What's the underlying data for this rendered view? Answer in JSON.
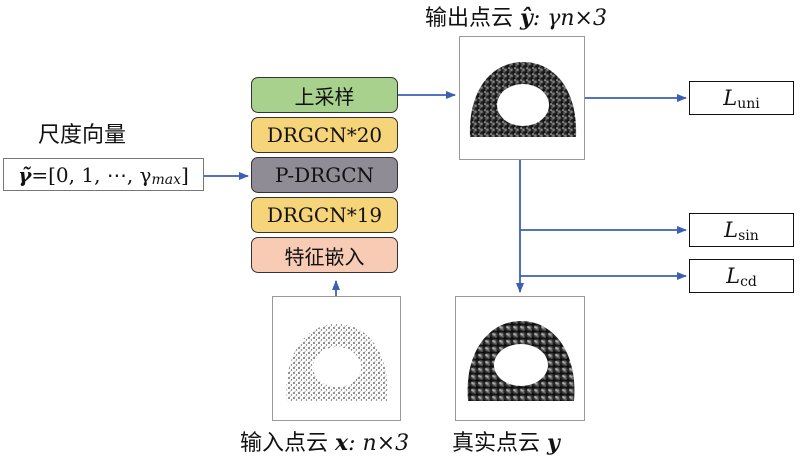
{
  "diagram": {
    "output_label_prefix": "输出点云",
    "output_label_var": "ŷ",
    "output_label_suffix": ": γn×3",
    "scale_title": "尺度向量",
    "scale_var": "γ̃",
    "scale_vector": "=[0, 1, ⋯, γ",
    "scale_max_sub": "max",
    "scale_close": "]",
    "blocks": [
      {
        "label": "上采样",
        "color": "#a9d18e"
      },
      {
        "label": "DRGCN*20",
        "color": "#f6d47a"
      },
      {
        "label": "P-DRGCN",
        "color": "#8f8c96"
      },
      {
        "label": "DRGCN*19",
        "color": "#f6d47a"
      },
      {
        "label": "特征嵌入",
        "color": "#f8cbb5"
      }
    ],
    "losses": [
      {
        "symbol": "L",
        "sub": "uni"
      },
      {
        "symbol": "L",
        "sub": "sin"
      },
      {
        "symbol": "L",
        "sub": "cd"
      }
    ],
    "input_label_prefix": "输入点云",
    "input_label_var": "x",
    "input_label_suffix": ": n×3",
    "gt_label_prefix": "真实点云",
    "gt_label_var": "y",
    "arrow_color": "#3c5fb5"
  }
}
